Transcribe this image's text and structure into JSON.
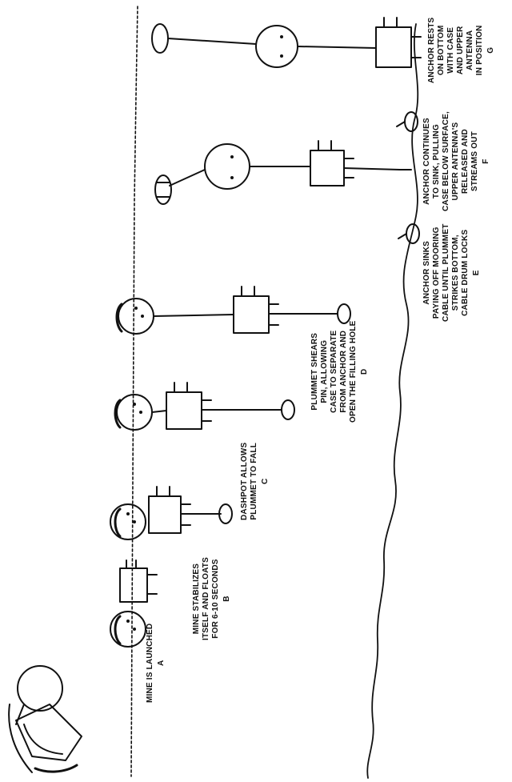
{
  "steps": [
    {
      "letter": "A",
      "lines": [
        "MINE IS LAUNCHED"
      ]
    },
    {
      "letter": "B",
      "lines": [
        "MINE STABILIZES",
        "ITSELF AND FLOATS",
        "FOR 6-10 SECONDS"
      ]
    },
    {
      "letter": "C",
      "lines": [
        "DASHPOT ALLOWS",
        "PLUMMET TO FALL"
      ]
    },
    {
      "letter": "D",
      "lines": [
        "PLUMMET SHEARS",
        "PIN, ALLOWING",
        "CASE TO SEPARATE",
        "FROM ANCHOR AND",
        "OPEN THE FILLING HOLE"
      ]
    },
    {
      "letter": "E",
      "lines": [
        "ANCHOR SINKS",
        "PAYING OFF MOORING",
        "CABLE UNTIL PLUMMET",
        "STRIKES BOTTOM,",
        "CABLE DRUM LOCKS"
      ]
    },
    {
      "letter": "F",
      "lines": [
        "ANCHOR CONTINUES",
        "TO SINK, PULLING",
        "CASE BELOW SURFACE,",
        "UPPER ANTENNA'S",
        "RELEASED AND",
        "STREAMS OUT"
      ]
    },
    {
      "letter": "G",
      "lines": [
        "ANCHOR RESTS",
        "ON BOTTOM",
        "WITH CASE",
        "AND UPPER",
        "ANTENNA",
        "IN POSITION"
      ]
    }
  ],
  "colors": {
    "ink": "#111111",
    "paper": "#ffffff"
  }
}
